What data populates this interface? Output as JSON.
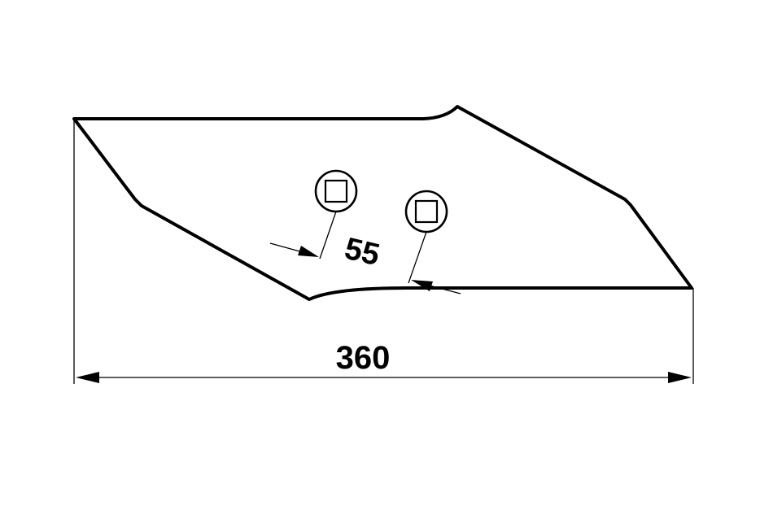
{
  "drawing": {
    "dimensions": {
      "overall_length": "360",
      "hole_offset": "55"
    },
    "hole_count": 2,
    "hole_shape": "square"
  }
}
